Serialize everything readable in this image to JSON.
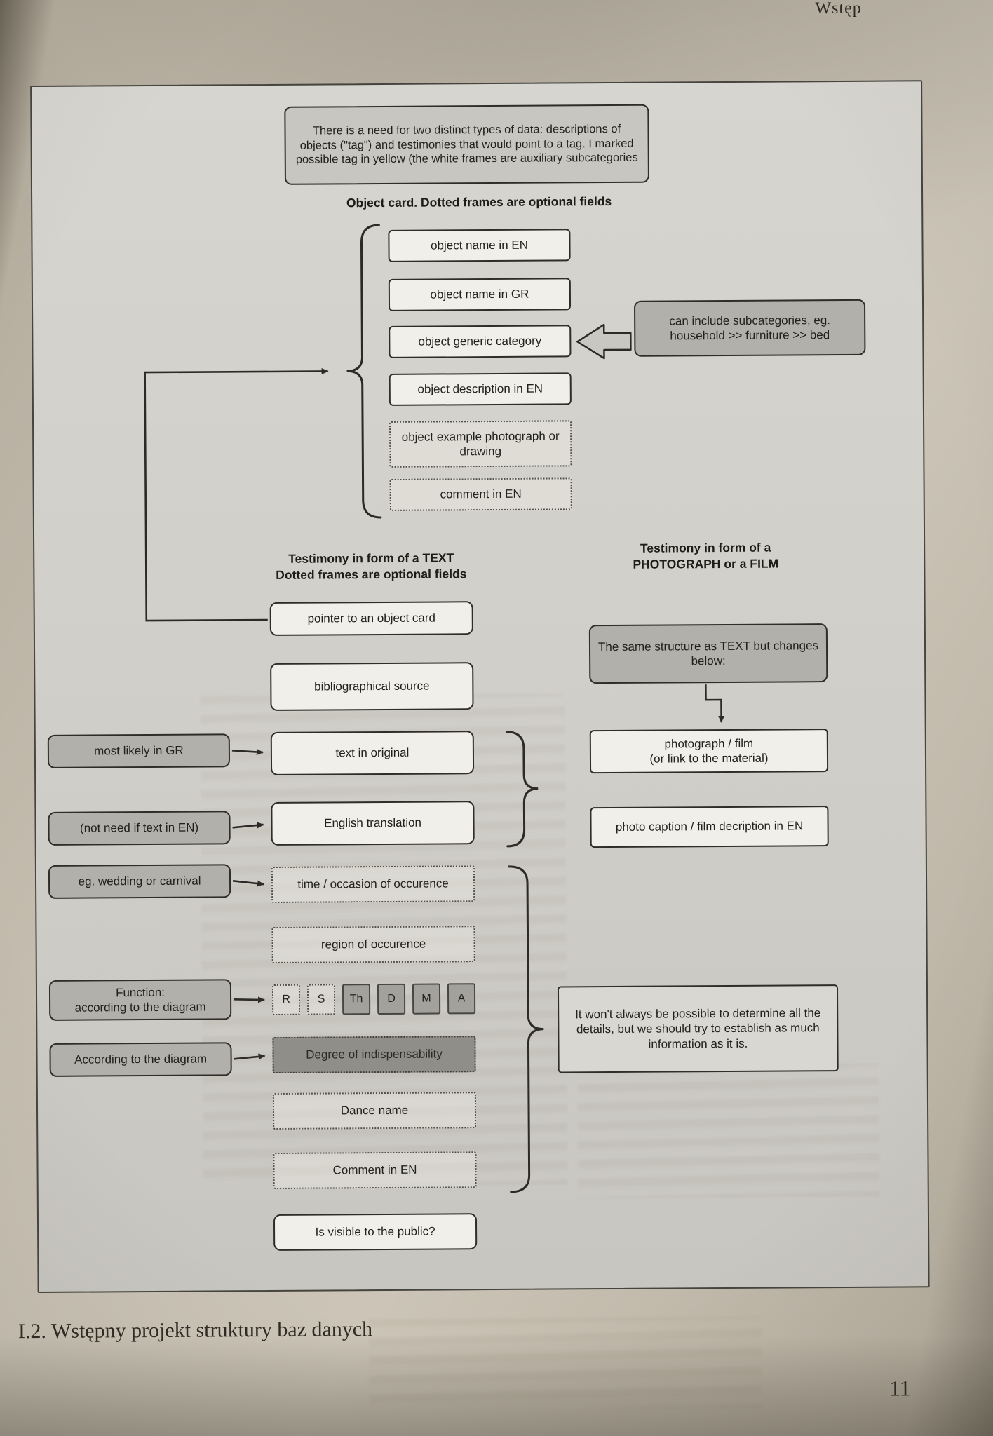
{
  "page": {
    "header": "Wstęp",
    "caption": "I.2. Wstępny projekt struktury baz danych",
    "page_number": "11"
  },
  "colors": {
    "page_background": "#c7c0b2",
    "panel_background": "#d4d2cc",
    "box_background": "#f0efe9",
    "note_background": "#b2b0ab",
    "dark_box_background": "#908e88",
    "ink": "#2e2d29"
  },
  "diagram": {
    "intro_note": "There is a need for two distinct types of data: descriptions of objects (\"tag\") and testimonies that would point to a tag. I marked possible tag in yellow (the white frames are auxiliary subcategories",
    "object_card": {
      "title": "Object card. Dotted frames are optional fields",
      "fields": [
        {
          "label": "object name in EN"
        },
        {
          "label": "object name in GR"
        },
        {
          "label": "object generic category"
        },
        {
          "label": "object description in EN"
        },
        {
          "label": "object example photograph or drawing"
        },
        {
          "label": "comment in EN"
        }
      ],
      "subcategories_note": "can include subcategories, eg. household >> furniture >> bed"
    },
    "testimony_text": {
      "title_line1": "Testimony in form of a TEXT",
      "title_line2": "Dotted frames are optional fields",
      "fields": {
        "pointer": "pointer to an object card",
        "biblio": "bibliographical source",
        "original": "text in original",
        "translation": "English translation",
        "occasion": "time / occasion of occurence",
        "region": "region of occurence",
        "letters": [
          "R",
          "S",
          "Th",
          "D",
          "M",
          "A"
        ],
        "degree": "Degree of indispensability",
        "dance": "Dance name",
        "comment": "Comment in EN",
        "visible": "Is visible to the public?"
      },
      "annotations": {
        "gr": "most likely in GR",
        "en": "(not need if text in EN)",
        "occasion": "eg. wedding or carnival",
        "function_line1": "Function:",
        "function_line2": "according to the diagram",
        "degree": "According to the diagram"
      }
    },
    "testimony_photo": {
      "title_line1": "Testimony in form of a",
      "title_line2": "PHOTOGRAPH or a FILM",
      "same_structure_note": "The same structure as TEXT but changes below:",
      "photo_box_line1": "photograph / film",
      "photo_box_line2": "(or link to the material)",
      "caption_box": "photo caption / film decription in EN",
      "details_note": "It won't always be possible to determine all the details, but we should try to establish as much information as it is."
    }
  }
}
